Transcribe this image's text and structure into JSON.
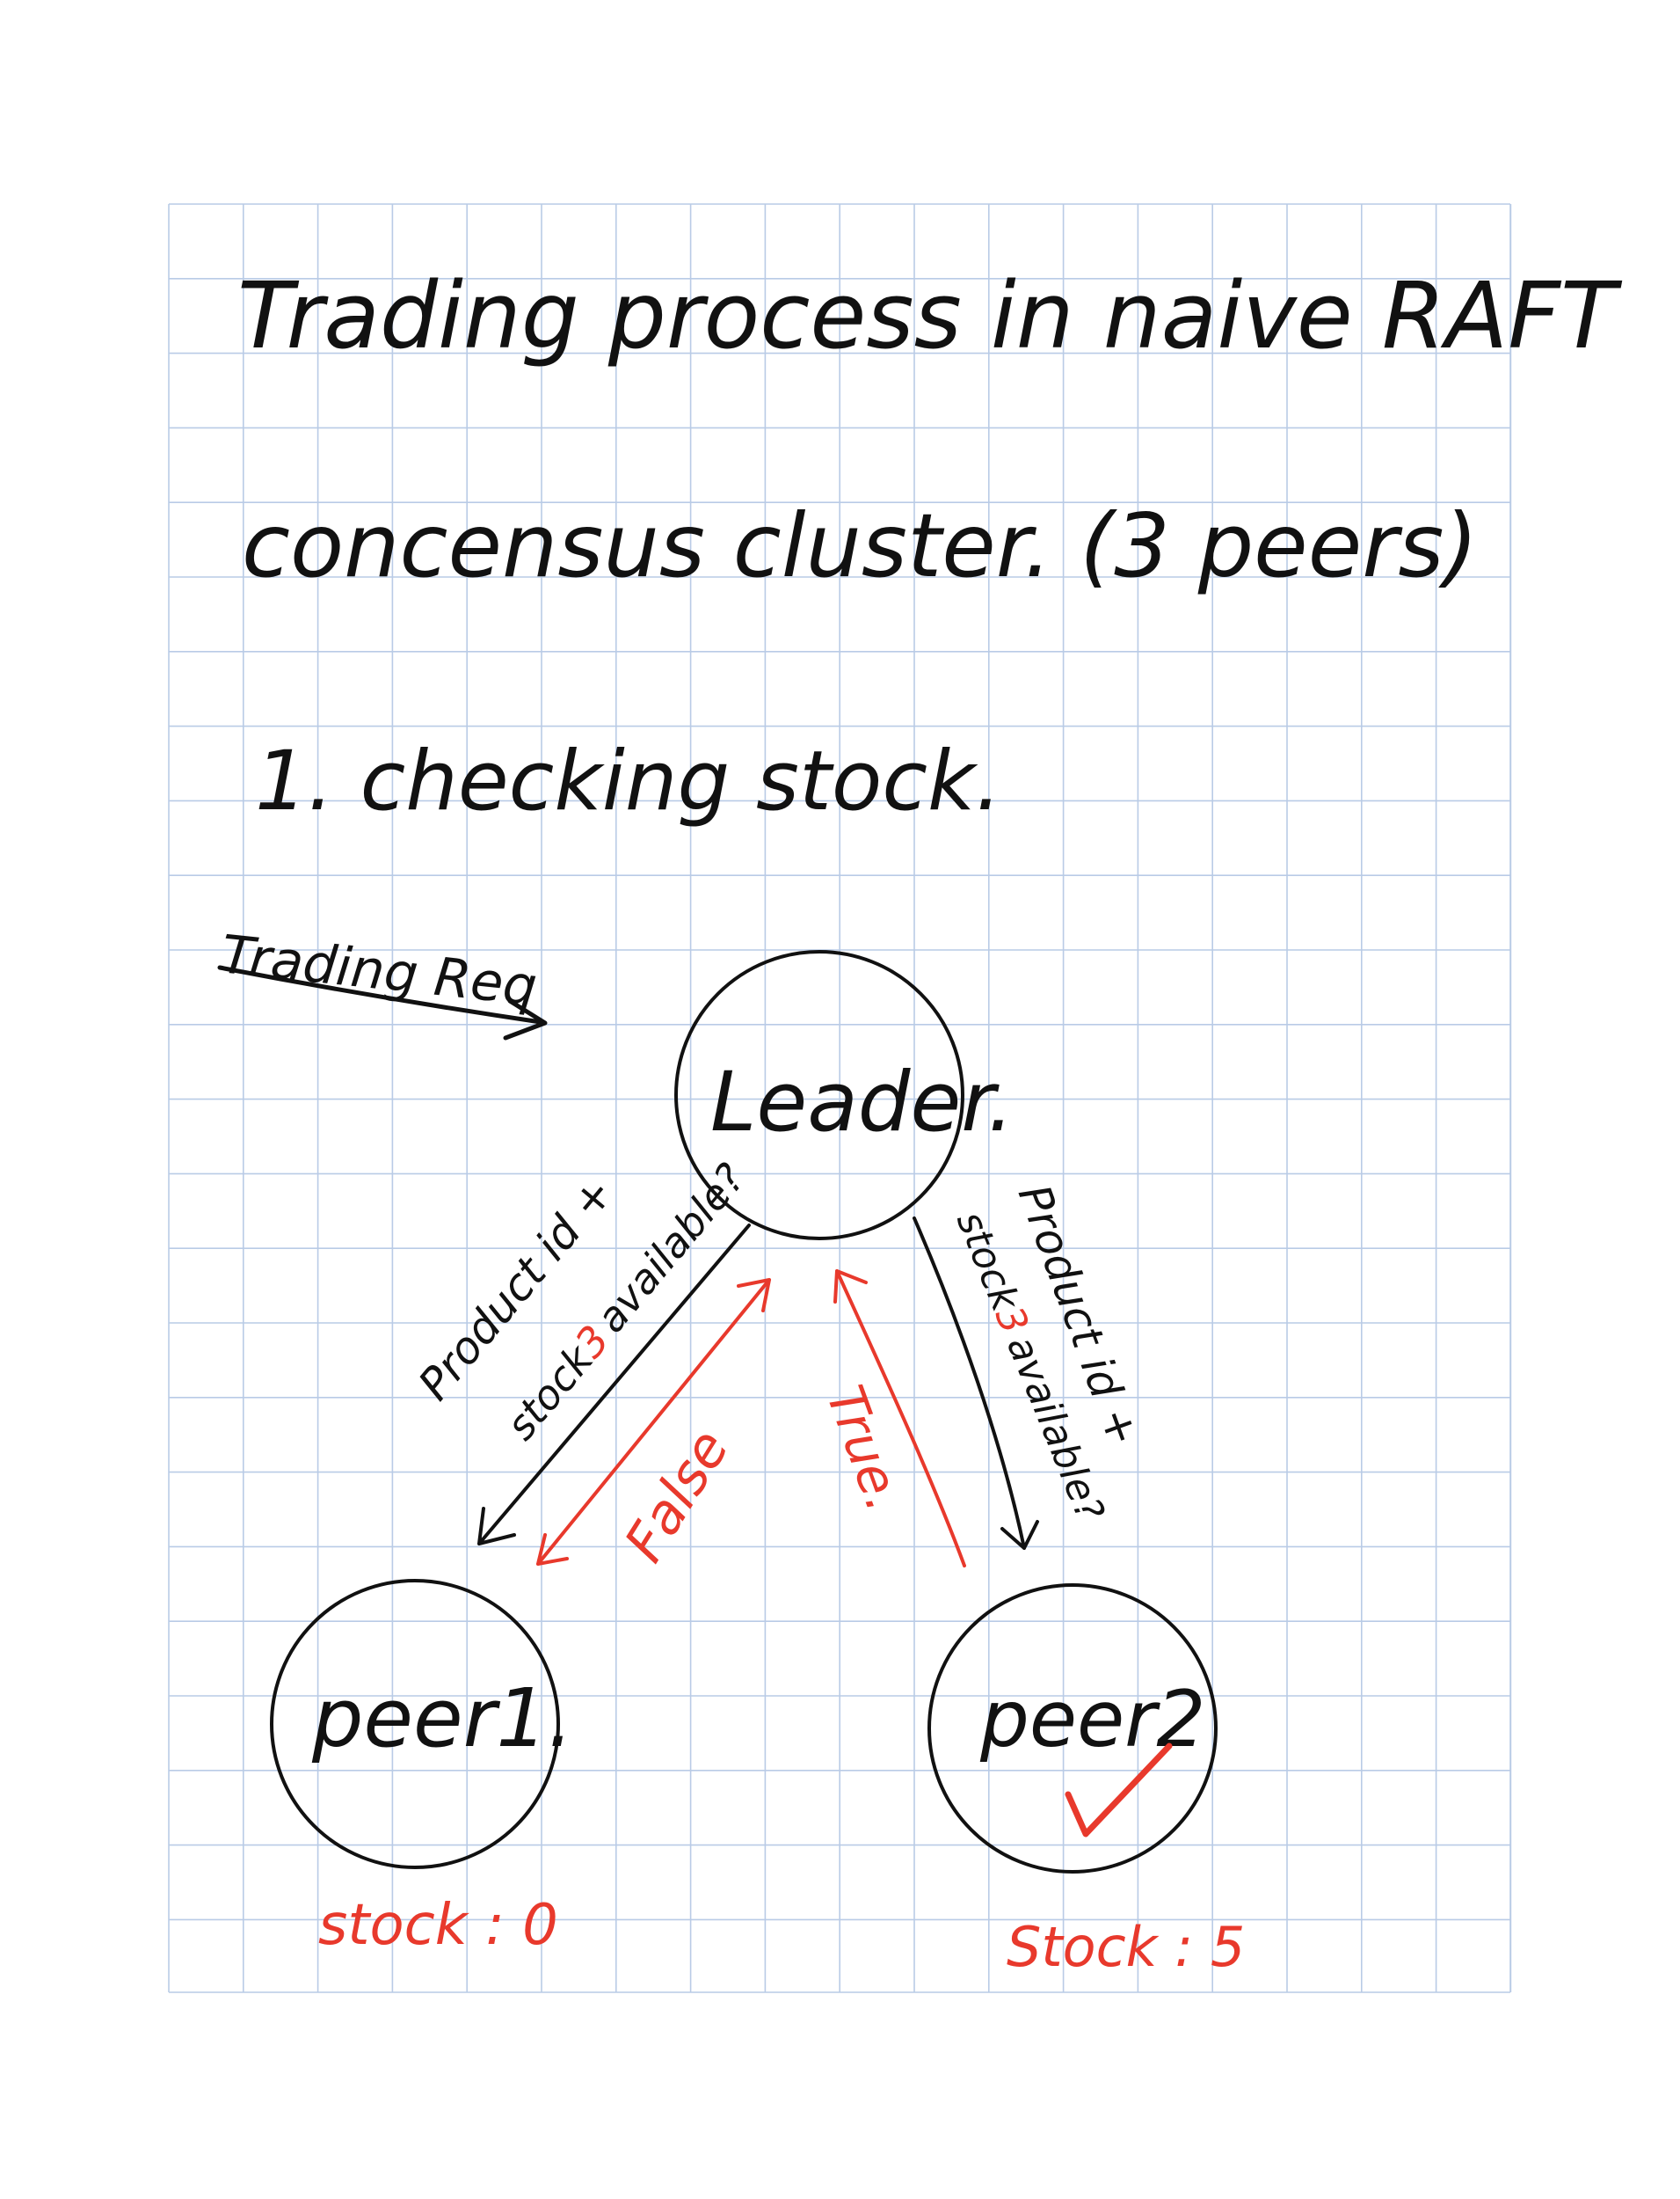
{
  "page": {
    "title_line1": "Trading process in naive RAFT",
    "title_line2": "concensus cluster. (3 peers)",
    "step": "1. checking stock."
  },
  "diagram": {
    "incoming_request": "Trading Req",
    "nodes": {
      "leader": "Leader.",
      "peer1": "peer1.",
      "peer2": "peer2"
    },
    "edges": {
      "leader_to_peer1": {
        "line1": "Product id +",
        "line2": "stock",
        "line2_red": "3",
        "line2_rest": "available?"
      },
      "leader_to_peer2": {
        "line1": "Product id +",
        "line2": "stock",
        "line2_red": "3",
        "line2_rest": "available?"
      },
      "peer1_reply": "False",
      "peer2_reply": "True."
    },
    "stock_labels": {
      "peer1": "stock : 0",
      "peer2": "Stock : 5"
    },
    "peer2_mark": "checkmark-icon"
  },
  "colors": {
    "ink": "#111111",
    "red_ink": "#e8392c",
    "grid": "#b9cbe6",
    "paper": "#ffffff"
  }
}
